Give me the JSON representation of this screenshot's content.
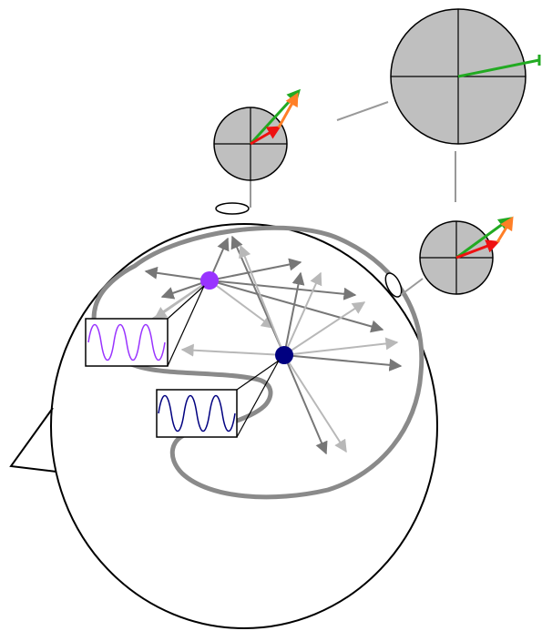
{
  "diagram": {
    "description_free": true,
    "colors": {
      "background": "#ffffff",
      "outline": "#000000",
      "cortex_fold": "#8a8a8a",
      "dial_fill": "#bfbfbf",
      "link_gray": "#999999",
      "arrow_dark": "#777777",
      "arrow_light": "#b8b8b8",
      "source_purple": "#9933ff",
      "source_navy": "#000080",
      "wave_purple": "#9933ff",
      "wave_navy": "#000080",
      "vector_green": "#22aa22",
      "vector_orange": "#ff7f27",
      "vector_red": "#ee1111"
    },
    "elements": {
      "head": "head-outline",
      "nose": "nose-triangle",
      "cortex": "cortex-fold-path",
      "sources": [
        "source-purple",
        "source-navy"
      ],
      "waveform_insets": [
        "waveform-purple",
        "waveform-navy"
      ],
      "sensor_dials": [
        "dial-small-left",
        "dial-large-top",
        "dial-small-right"
      ],
      "sensor_coils": [
        "coil-top",
        "coil-right"
      ]
    }
  }
}
